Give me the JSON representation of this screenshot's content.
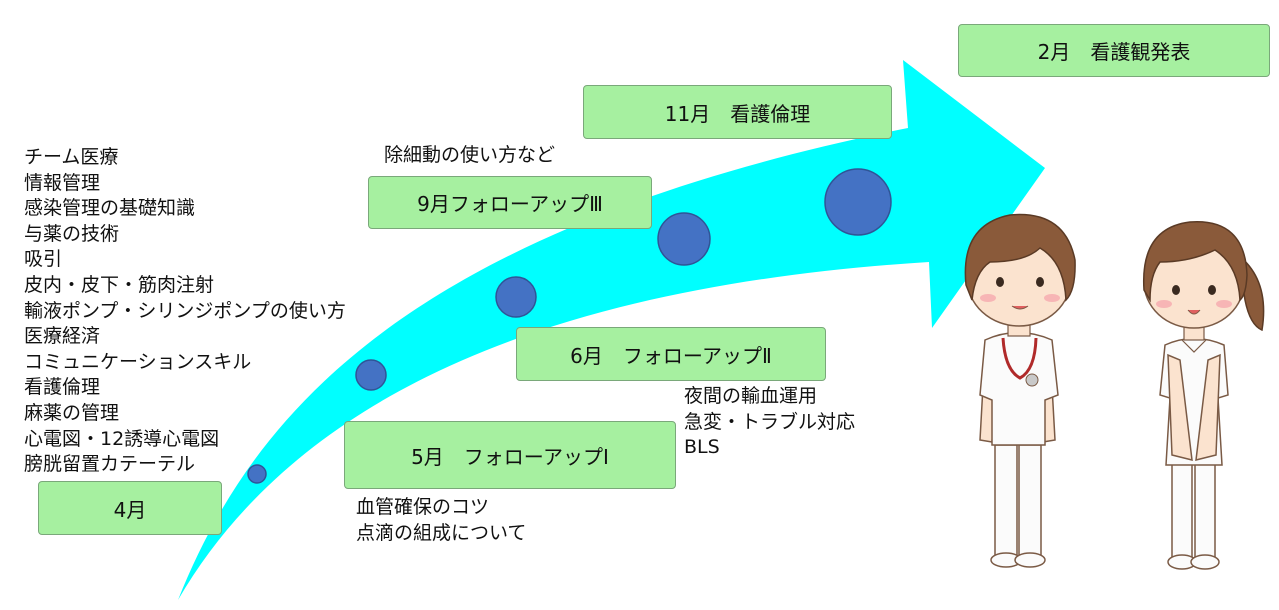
{
  "colors": {
    "arrow": "#00ffff",
    "box": "#a6f0a0",
    "dot": "#4472c4"
  },
  "topics_list": [
    "チーム医療",
    "情報管理",
    "感染管理の基礎知識",
    "与薬の技術",
    "吸引",
    "皮内・皮下・筋肉注射",
    "輸液ポンプ・シリンジポンプの使い方",
    "医療経済",
    "コミュニケーションスキル",
    "看護倫理",
    "麻薬の管理",
    "心電図・12誘導心電図",
    "膀胱留置カテーテル"
  ],
  "milestones": {
    "apr": "4月",
    "may": "5月　フォローアップⅠ",
    "jun": "6月　フォローアップⅡ",
    "sep": "9月フォローアップⅢ",
    "nov": "11月　看護倫理",
    "feb": "2月　看護観発表"
  },
  "notes": {
    "may": [
      "血管確保のコツ",
      "点滴の組成について"
    ],
    "jun": [
      "夜間の輸血運用",
      "急変・トラブル対応",
      "BLS"
    ],
    "sep": "除細動の使い方など"
  }
}
